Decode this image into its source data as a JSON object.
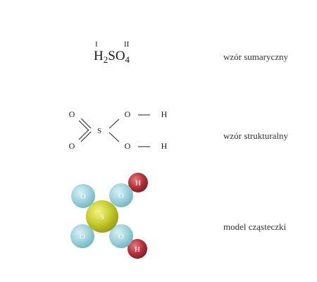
{
  "summary_formula": {
    "valence_h": "I",
    "valence_s": "II",
    "h_symbol": "H",
    "h_count": "2",
    "s_symbol": "S",
    "o_symbol": "O",
    "o_count": "4"
  },
  "structural": {
    "o_top_left": "O",
    "o_bottom_left": "O",
    "s_center": "S",
    "o_top_right": "O",
    "o_bottom_right": "O",
    "h_top": "H",
    "h_bottom": "H"
  },
  "model": {
    "o_top_left": "O",
    "o_top_right": "O",
    "o_bottom_left": "O",
    "o_bottom_right": "O",
    "s_center": "S",
    "h_top": "H",
    "h_bottom": "H",
    "colors": {
      "oxygen": "#9fd3dc",
      "sulfur": "#c6cc2a",
      "hydrogen": "#b8313a"
    }
  },
  "labels": {
    "summary": "wzór sumaryczny",
    "structural": "wzór strukturalny",
    "model": "model cząsteczki"
  }
}
